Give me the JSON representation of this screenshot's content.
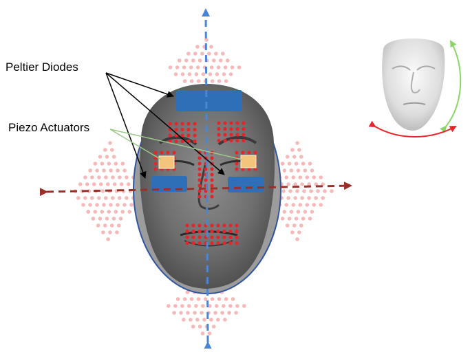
{
  "labels": {
    "peltier": "Peltier Diodes",
    "piezo": "Piezo Actuators"
  },
  "colors": {
    "dot": "#e8242b",
    "faint_dot": "#f5b9b9",
    "peltier": "#2f6fb8",
    "piezo": "#f4c47c",
    "axis_vertical": "#4a86d6",
    "axis_horizontal": "#9a2f2a",
    "oval_outline": "#2f55a0",
    "arc_green": "#8bd46a",
    "arc_red": "#e8242b"
  },
  "icons": {
    "face_main": "face-image",
    "face_thumbnail": "face-thumbnail"
  }
}
